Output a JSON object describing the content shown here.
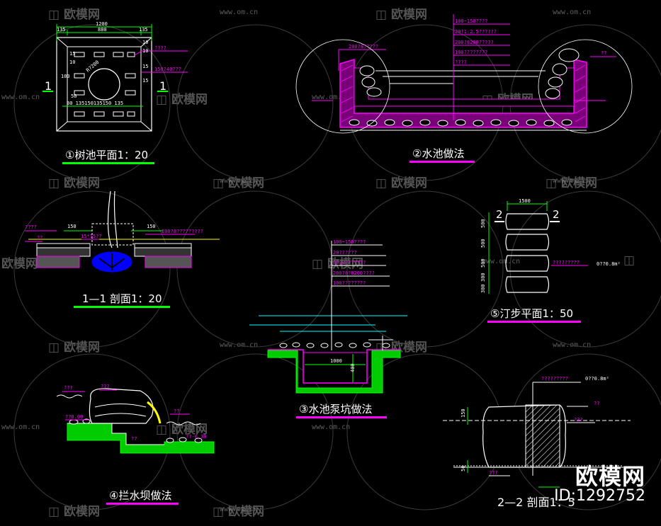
{
  "watermark": {
    "brand": "欧模网",
    "url": "www.om.cn"
  },
  "brand": {
    "logo": "欧模网",
    "id": "ID:1292752"
  },
  "colors": {
    "magenta": "#ff00ff",
    "green": "#00ff00",
    "white": "#ffffff",
    "yellow": "#ffff00",
    "blue": "#0000ff",
    "cyan": "#00ffff"
  },
  "drawings": {
    "tree_pit_plan": {
      "title": "①树池平面1：20",
      "dims": {
        "overall": "1200",
        "side_left": "135",
        "inner": "880",
        "side_right": "135",
        "r10a": "10",
        "r10b": "10",
        "r15": "15",
        "l15": "15",
        "l10": "10",
        "l100": "100",
        "r15b": "15",
        "dia": "R?200",
        "bottom": "80 135150135150 135",
        "b50": "50"
      },
      "section_marks": [
        "1",
        "1"
      ],
      "notes": [
        "????",
        "150?40???"
      ]
    },
    "pool_method": {
      "title": "②水池做法",
      "notes": [
        "100~150????",
        "20?1:2.5??????",
        "200?8200?????",
        "100????????",
        "????"
      ],
      "left_note": "200?8?????",
      "right_note": "??"
    },
    "section_1_1": {
      "title": "1—1 剖面1：20",
      "dims": {
        "left": "150",
        "right": "150",
        "mid": "15*15??"
      },
      "notes": [
        "????",
        "??",
        "200?8?????????"
      ]
    },
    "pump_pit": {
      "title": "③水池泵坑做法",
      "notes": [
        "100~150????",
        "20??????",
        "200????????",
        "200?8?8200????",
        "100????????"
      ],
      "dims": {
        "width": "1000",
        "depth": "400"
      }
    },
    "stepping_stone": {
      "title": "⑤汀步平面1：50",
      "dims": {
        "width": "1500",
        "s1": "500",
        "s2": "500",
        "s3": "500",
        "s4": "300",
        "s5": "300"
      },
      "section_marks": [
        "2",
        "2"
      ],
      "notes": [
        "?????????",
        "0??0.8m²"
      ]
    },
    "weir": {
      "title": "④拦水坝做法",
      "notes": [
        "???",
        "???",
        "??",
        "??0.00",
        "??",
        "??-0.30"
      ]
    },
    "section_2_2": {
      "title": "2—2 剖面1：5",
      "dims": {
        "top": "150",
        "bottom": "50"
      },
      "notes": [
        "?????????",
        "0??0.8m²",
        "??",
        "???",
        "???"
      ]
    }
  }
}
